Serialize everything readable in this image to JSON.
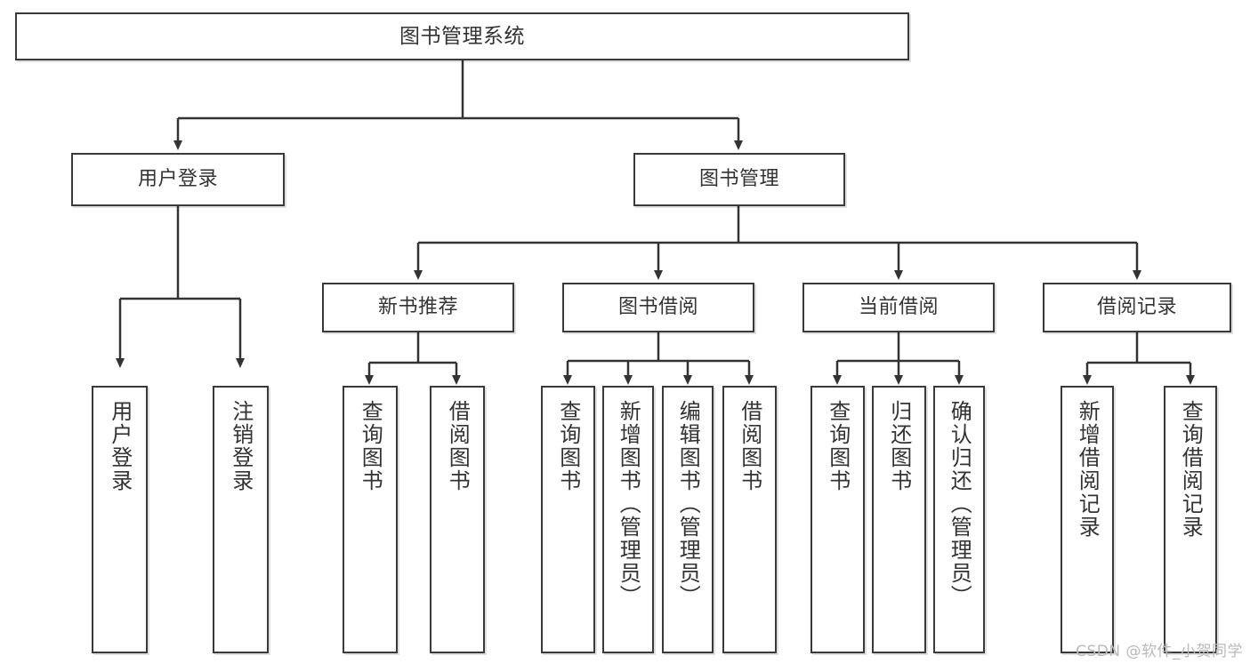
{
  "diagram": {
    "type": "tree-hierarchy",
    "title_node": {
      "label": "图书管理系统"
    },
    "level1": [
      {
        "label": "用户登录"
      },
      {
        "label": "图书管理"
      }
    ],
    "level2": [
      {
        "label": "新书推荐"
      },
      {
        "label": "图书借阅"
      },
      {
        "label": "当前借阅"
      },
      {
        "label": "借阅记录"
      }
    ],
    "leaves": [
      {
        "label": "用户登录"
      },
      {
        "label": "注销登录"
      },
      {
        "label": "查询图书"
      },
      {
        "label": "借阅图书"
      },
      {
        "label": "查询图书"
      },
      {
        "label": "新增图书（管理员）"
      },
      {
        "label": "编辑图书（管理员）"
      },
      {
        "label": "借阅图书"
      },
      {
        "label": "查询图书"
      },
      {
        "label": "归还图书"
      },
      {
        "label": "确认归还（管理员）"
      },
      {
        "label": "新增借阅记录"
      },
      {
        "label": "查询借阅记录"
      }
    ]
  },
  "watermark": {
    "text": "CSDN @软件_小贺同学"
  },
  "colors": {
    "border": "#3a3a3a",
    "text": "#333333",
    "background": "#ffffff",
    "watermark": "#b9b9b9"
  }
}
